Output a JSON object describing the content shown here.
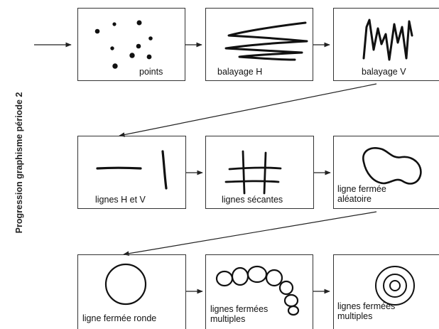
{
  "side_title": "Progression graphisme période 2",
  "steps": [
    {
      "label": "points"
    },
    {
      "label": "balayage H"
    },
    {
      "label": "balayage V"
    },
    {
      "label": "lignes H et V"
    },
    {
      "label": "lignes sécantes"
    },
    {
      "label": "ligne fermée aléatoire"
    },
    {
      "label": "ligne fermée ronde"
    },
    {
      "label": "lignes fermées multiples"
    },
    {
      "label": "lignes fermées multiples"
    }
  ]
}
